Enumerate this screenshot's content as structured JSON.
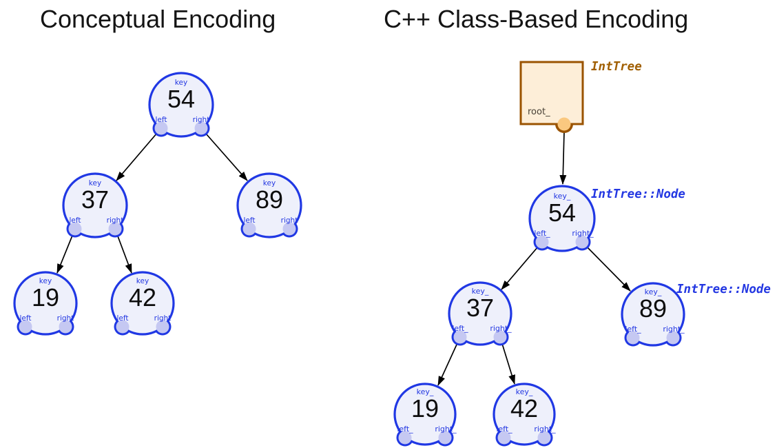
{
  "left_diagram": {
    "title": "Conceptual Encoding",
    "field_labels": {
      "key": "key",
      "left": "left",
      "right": "right"
    },
    "nodes": [
      {
        "id": "54",
        "value": "54"
      },
      {
        "id": "37",
        "value": "37"
      },
      {
        "id": "89",
        "value": "89"
      },
      {
        "id": "19",
        "value": "19"
      },
      {
        "id": "42",
        "value": "42"
      }
    ],
    "edges": [
      {
        "from": "54",
        "port": "left",
        "to": "37"
      },
      {
        "from": "54",
        "port": "right",
        "to": "89"
      },
      {
        "from": "37",
        "port": "left",
        "to": "19"
      },
      {
        "from": "37",
        "port": "right",
        "to": "42"
      }
    ]
  },
  "right_diagram": {
    "title": "C++ Class-Based Encoding",
    "tree_object": {
      "class_label": "IntTree",
      "field_label": "root_"
    },
    "node_class_label": "IntTree::Node",
    "field_labels": {
      "key": "key_",
      "left": "left_",
      "right": "right_"
    },
    "nodes": [
      {
        "id": "54",
        "value": "54"
      },
      {
        "id": "37",
        "value": "37"
      },
      {
        "id": "89",
        "value": "89"
      },
      {
        "id": "19",
        "value": "19"
      },
      {
        "id": "42",
        "value": "42"
      }
    ],
    "edges": [
      {
        "from": "IntTree",
        "port": "root_",
        "to": "54"
      },
      {
        "from": "54",
        "port": "left_",
        "to": "37"
      },
      {
        "from": "54",
        "port": "right_",
        "to": "89"
      },
      {
        "from": "37",
        "port": "left_",
        "to": "19"
      },
      {
        "from": "37",
        "port": "right_",
        "to": "42"
      }
    ]
  },
  "colors": {
    "node_border": "#2038e4",
    "node_fill": "#eef0fb",
    "port_fill": "#c5c8f2",
    "label_text": "#2337e2",
    "tree_box_border": "#9a5300",
    "tree_box_fill": "#fdeed8",
    "tree_port_fill": "#fac87f",
    "class_label_brown": "#a05e00",
    "class_label_blue": "#2337e2",
    "edge_color": "#000000"
  }
}
